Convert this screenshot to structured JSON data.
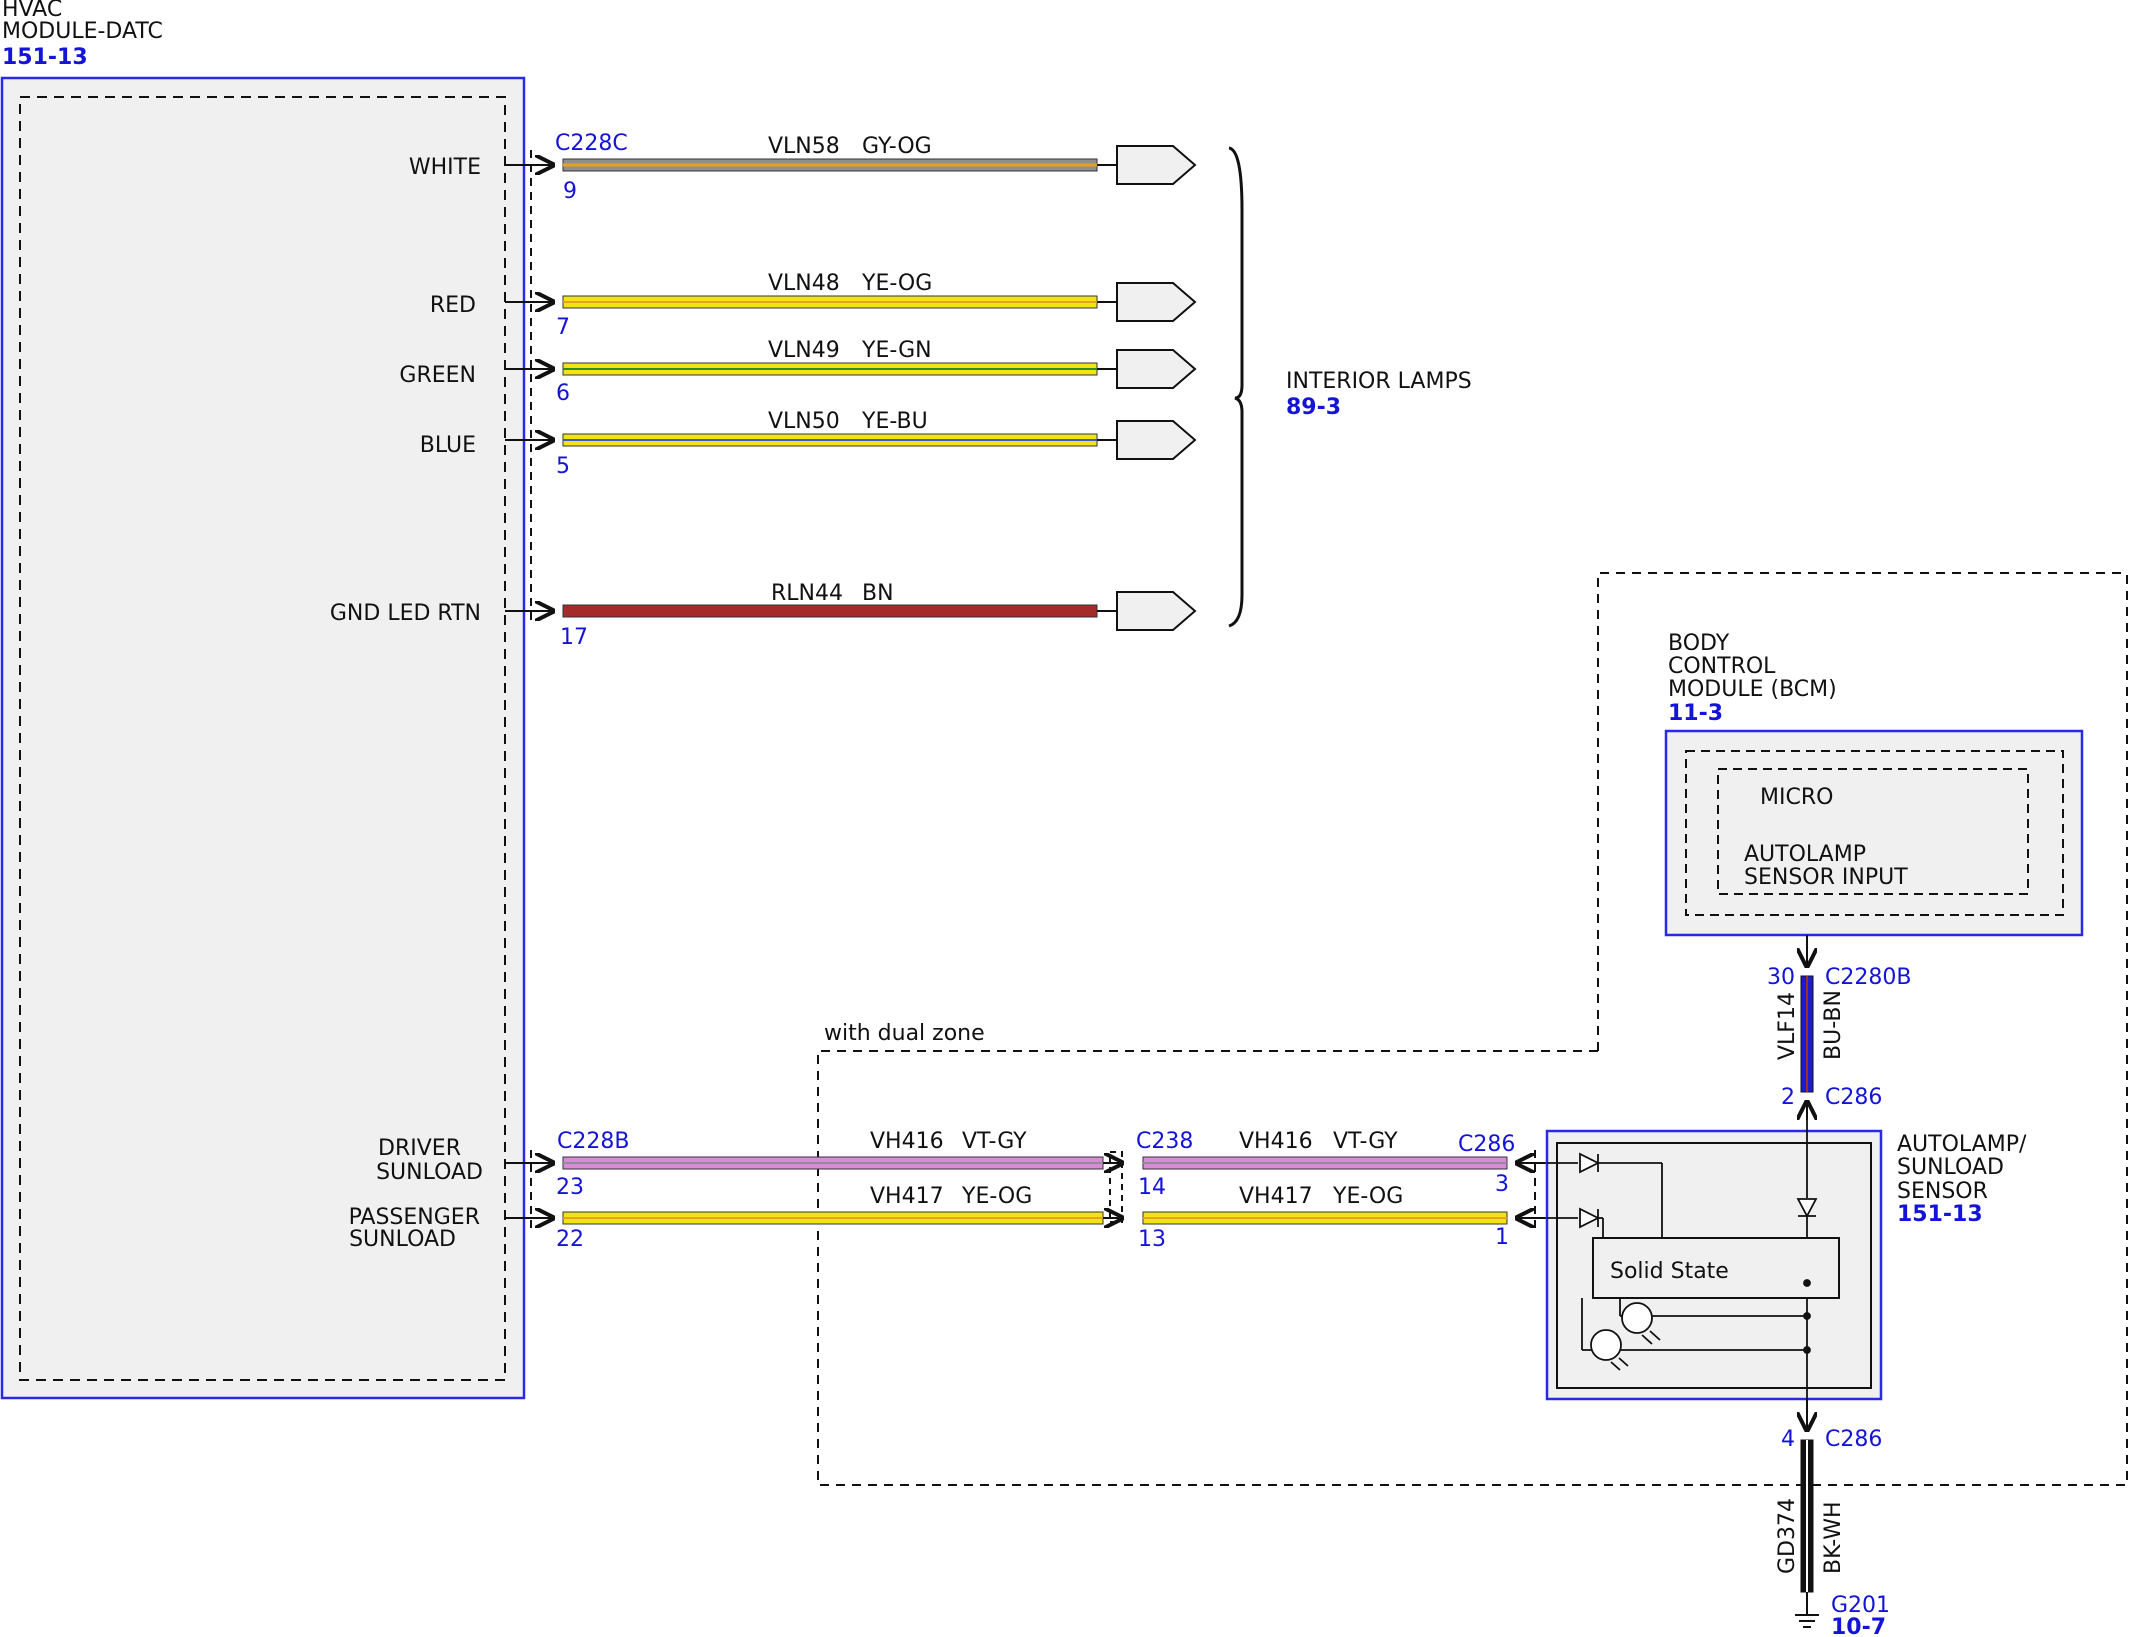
{
  "colors": {
    "module_outline": "#2a2ae6",
    "connector_text": "#1414d8",
    "gy_og": "#8f8f8f",
    "ye": "#f2e414",
    "bn": "#a52a2a",
    "vt_gy": "#d98ad9",
    "bu_bn": "#1c1ccc",
    "bk_wh": "#111111",
    "module_fill": "#f0f0f0"
  },
  "hvac": {
    "title_line1": "HVAC",
    "title_line2": "MODULE-DATC",
    "ref": "151-13",
    "pins": {
      "white": "WHITE",
      "red": "RED",
      "green": "GREEN",
      "blue": "BLUE",
      "gnd": "GND LED RTN",
      "driver_1": "DRIVER",
      "driver_2": "SUNLOAD",
      "pass_1": "PASSENGER",
      "pass_2": "SUNLOAD"
    }
  },
  "lamp_wires": {
    "connector": "C228C",
    "w1": {
      "pin": "9",
      "circuit": "VLN58",
      "color": "GY-OG"
    },
    "w2": {
      "pin": "7",
      "circuit": "VLN48",
      "color": "YE-OG"
    },
    "w3": {
      "pin": "6",
      "circuit": "VLN49",
      "color": "YE-GN"
    },
    "w4": {
      "pin": "5",
      "circuit": "VLN50",
      "color": "YE-BU"
    },
    "w5": {
      "pin": "17",
      "circuit": "RLN44",
      "color": "BN"
    }
  },
  "interior_lamps": {
    "label": "INTERIOR LAMPS",
    "ref": "89-3"
  },
  "bcm": {
    "line1": "BODY",
    "line2": "CONTROL",
    "line3": "MODULE (BCM)",
    "ref": "11-3",
    "micro": "MICRO",
    "input_1": "AUTOLAMP",
    "input_2": "SENSOR INPUT"
  },
  "dual_zone": "with dual zone",
  "sunload_wires": {
    "c1": "C228B",
    "c2": "C238",
    "c3": "C286",
    "d_pin1": "23",
    "d_pin2": "14",
    "d_pin3": "3",
    "d_circuit": "VH416",
    "d_color": "VT-GY",
    "p_pin1": "22",
    "p_pin2": "13",
    "p_pin3": "1",
    "p_circuit": "VH417",
    "p_color": "YE-OG"
  },
  "vlf14": {
    "top_pin": "30",
    "top_conn": "C2280B",
    "circuit": "VLF14",
    "color": "BU-BN",
    "bot_pin": "2",
    "bot_conn": "C286"
  },
  "sensor": {
    "line1": "AUTOLAMP/",
    "line2": "SUNLOAD",
    "line3": "SENSOR",
    "ref": "151-13",
    "solid_state": "Solid State"
  },
  "ground": {
    "pin": "4",
    "conn": "C286",
    "circuit": "GD374",
    "color": "BK-WH",
    "gnd": "G201",
    "ref": "10-7"
  }
}
